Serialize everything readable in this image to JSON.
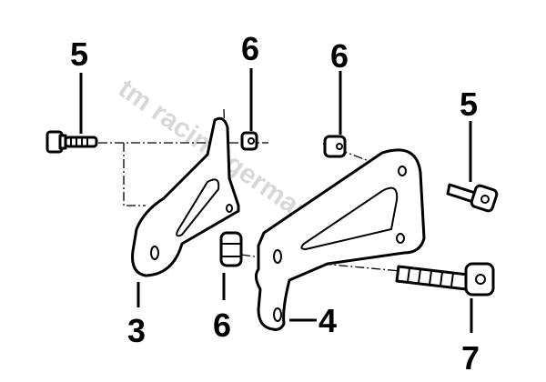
{
  "watermark": "tm racing germany",
  "callouts": [
    {
      "id": "bolt-left",
      "label": "5"
    },
    {
      "id": "nut-top-middle",
      "label": "6"
    },
    {
      "id": "nut-top-right",
      "label": "6"
    },
    {
      "id": "bolt-right-upper",
      "label": "5"
    },
    {
      "id": "bracket-left",
      "label": "3"
    },
    {
      "id": "nut-bottom-middle",
      "label": "6"
    },
    {
      "id": "bracket-right",
      "label": "4"
    },
    {
      "id": "bolt-right-lower",
      "label": "7"
    }
  ]
}
